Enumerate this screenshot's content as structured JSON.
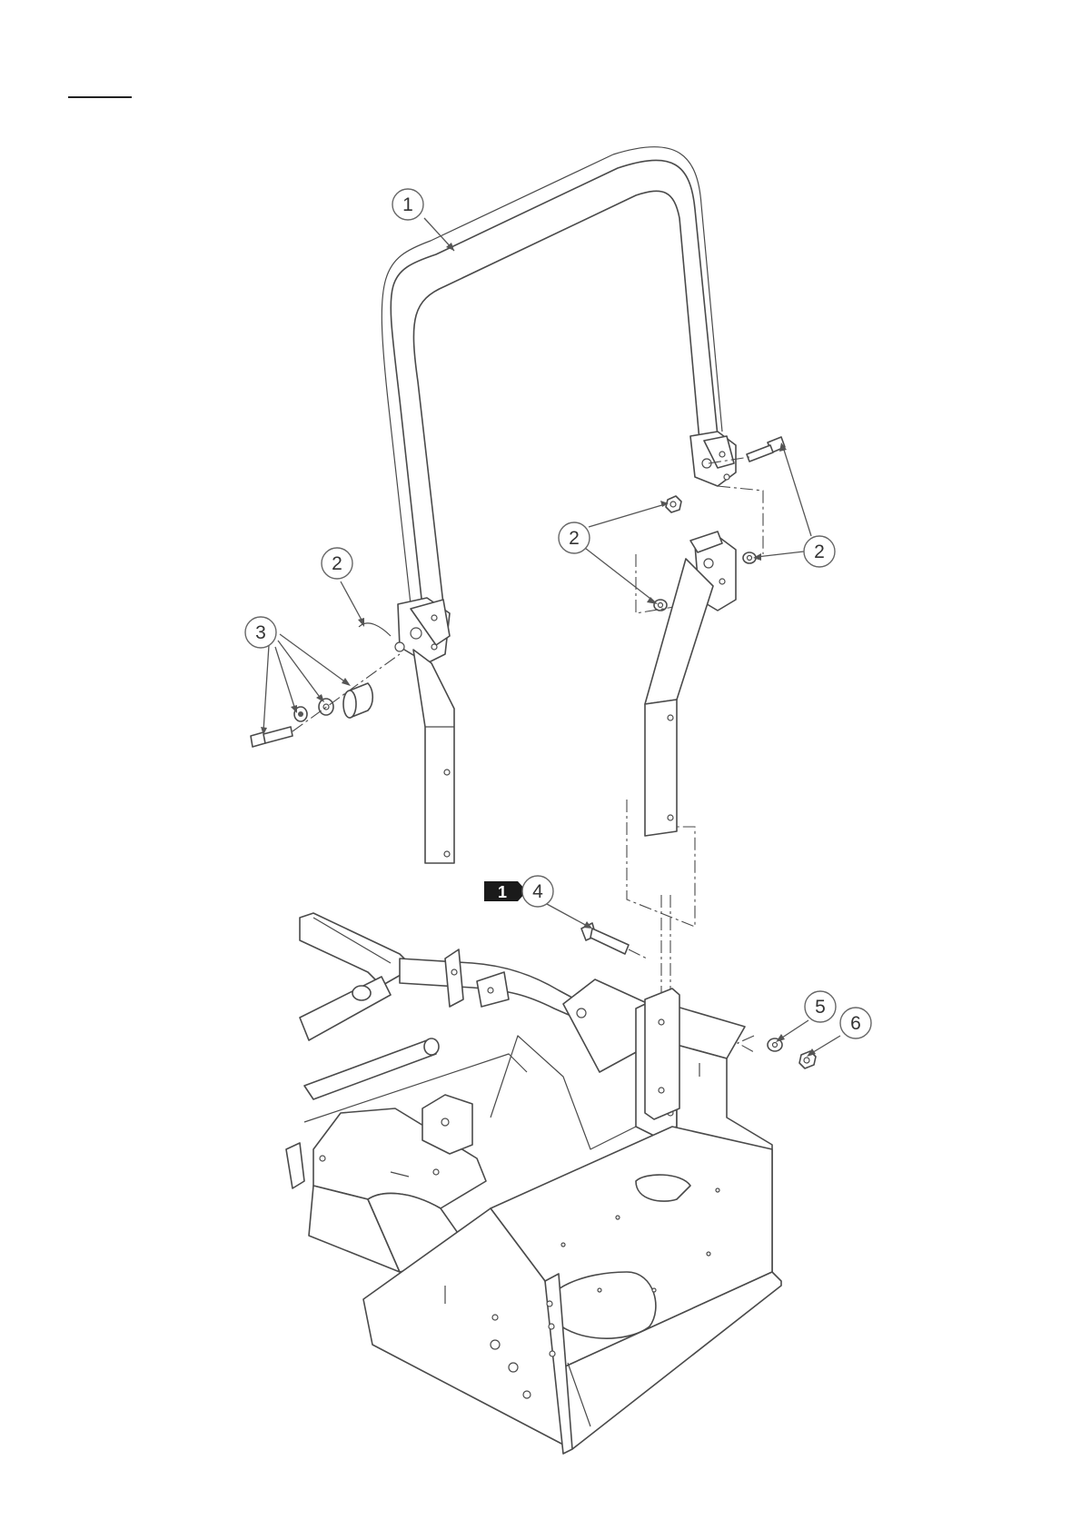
{
  "diagram": {
    "type": "exploded-parts-view",
    "callouts": [
      {
        "id": "c1a",
        "label": "1"
      },
      {
        "id": "c2a",
        "label": "2"
      },
      {
        "id": "c2b",
        "label": "2"
      },
      {
        "id": "c2c",
        "label": "2"
      },
      {
        "id": "c3a",
        "label": "3"
      },
      {
        "id": "c4a",
        "label": "4"
      },
      {
        "id": "c5a",
        "label": "5"
      },
      {
        "id": "c6a",
        "label": "6"
      }
    ],
    "note_tag": {
      "label": "1"
    }
  },
  "colors": {
    "line": "#4a4a4a",
    "note_tag": "#1a1a1a",
    "background": "#ffffff"
  }
}
